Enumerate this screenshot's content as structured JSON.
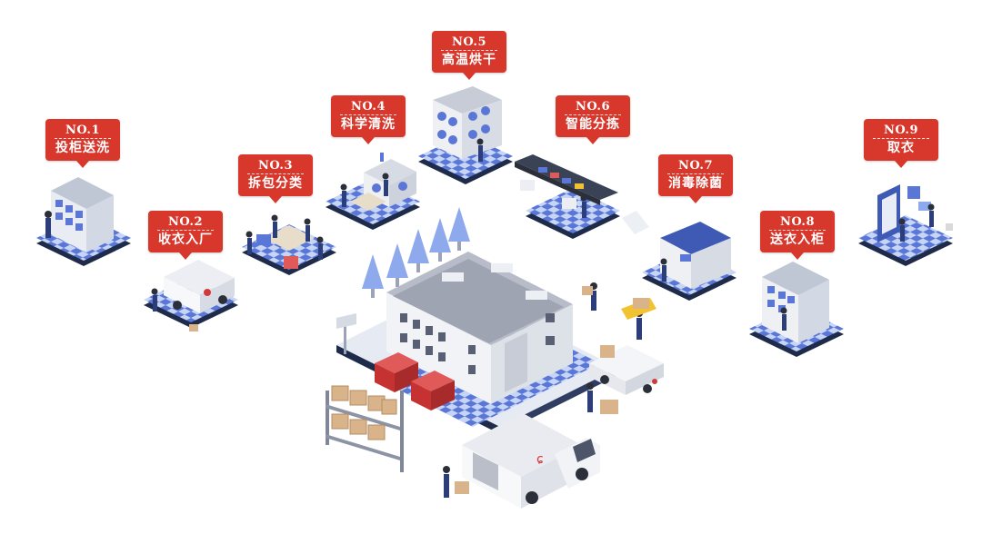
{
  "steps": [
    {
      "no": "NO.1",
      "label": "投柜送洗"
    },
    {
      "no": "NO.2",
      "label": "收衣入厂"
    },
    {
      "no": "NO.3",
      "label": "拆包分类"
    },
    {
      "no": "NO.4",
      "label": "科学清洗"
    },
    {
      "no": "NO.5",
      "label": "高温烘干"
    },
    {
      "no": "NO.6",
      "label": "智能分拣"
    },
    {
      "no": "NO.7",
      "label": "消毒除菌"
    },
    {
      "no": "NO.8",
      "label": "送衣入柜"
    },
    {
      "no": "NO.9",
      "label": "取衣"
    }
  ],
  "colors": {
    "tag_red": "#d8372b",
    "tile_blue": "#5a76d6",
    "tile_light": "#c6d4f5",
    "building_white": "#f2f3f6",
    "brand_red": "#d13a3a"
  }
}
